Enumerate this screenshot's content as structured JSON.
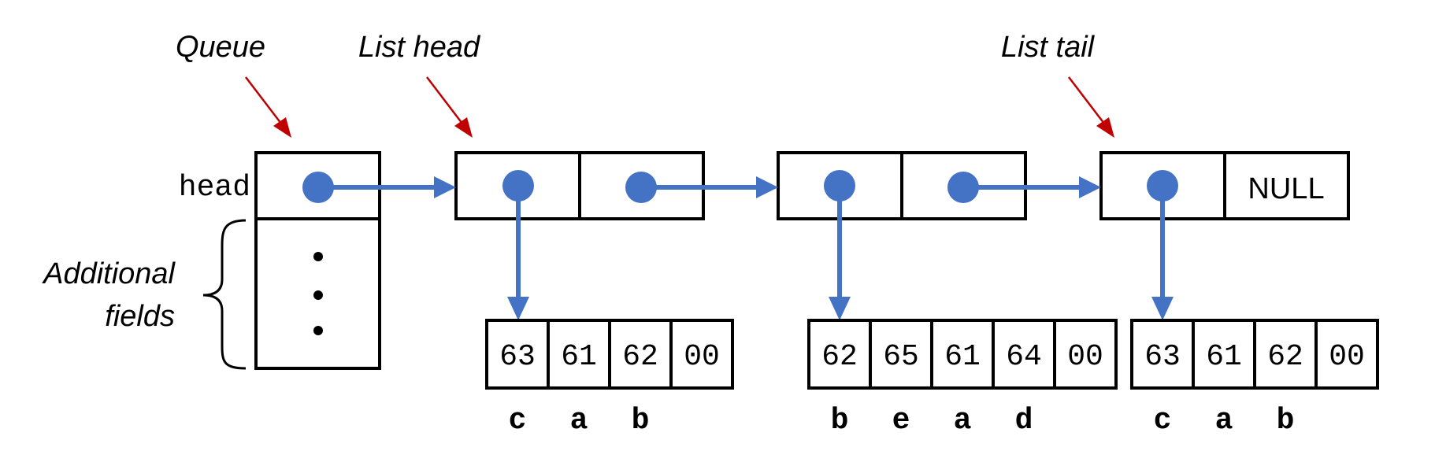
{
  "labels": {
    "queue": "Queue",
    "list_head": "List head",
    "list_tail": "List tail",
    "head_field": "head",
    "additional_fields_line1": "Additional",
    "additional_fields_line2": "fields",
    "null": "NULL"
  },
  "strings": [
    {
      "bytes": [
        "63",
        "61",
        "62",
        "00"
      ],
      "chars": [
        "c",
        "a",
        "b"
      ]
    },
    {
      "bytes": [
        "62",
        "65",
        "61",
        "64",
        "00"
      ],
      "chars": [
        "b",
        "e",
        "a",
        "d"
      ]
    },
    {
      "bytes": [
        "63",
        "61",
        "62",
        "00"
      ],
      "chars": [
        "c",
        "a",
        "b"
      ]
    }
  ],
  "colors": {
    "pointer": "#4472c4",
    "annotation_arrow": "#c00000",
    "outline": "#000000"
  }
}
